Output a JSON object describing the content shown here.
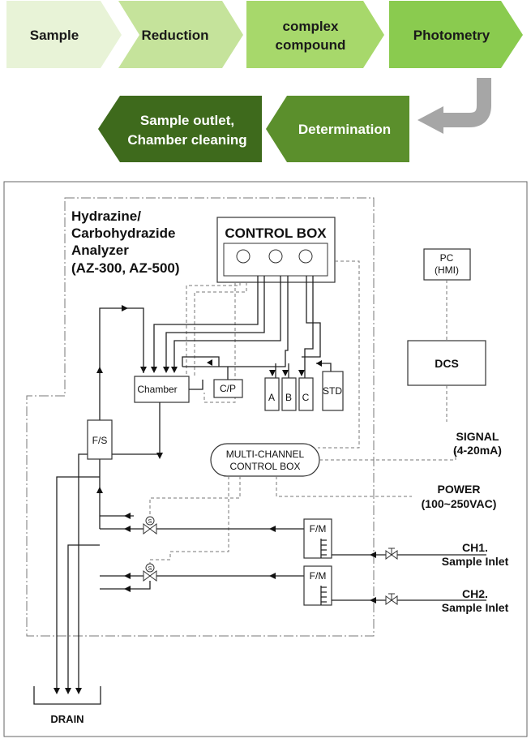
{
  "process_steps": {
    "step1": "Sample",
    "step2": "Reduction",
    "step3_line1": "complex",
    "step3_line2": "compound",
    "step4": "Photometry",
    "step5": "Determination",
    "step6_line1": "Sample outlet,",
    "step6_line2": "Chamber cleaning"
  },
  "colors": {
    "step1": "#e8f3d7",
    "step2": "#c5e39b",
    "step3": "#a7d86b",
    "step4": "#8acb4f",
    "step5": "#5b8f2c",
    "step6": "#3e6a1c",
    "return_arrow": "#a6a6a6"
  },
  "analyzer": {
    "title_line1": "Hydrazine/",
    "title_line2": "Carbohydrazide",
    "title_line3": "Analyzer",
    "title_line4": "(AZ-300, AZ-500)",
    "control_box": "CONTROL BOX",
    "chamber": "Chamber",
    "cp": "C/P",
    "reagent_a": "A",
    "reagent_b": "B",
    "reagent_c": "C",
    "std": "STD",
    "fs": "F/S",
    "multi_line1": "MULTI-CHANNEL",
    "multi_line2": "CONTROL BOX",
    "fm1": "F/M",
    "fm2": "F/M",
    "valve_symbol": "S",
    "drain": "DRAIN"
  },
  "external": {
    "pc_line1": "PC",
    "pc_line2": "(HMI)",
    "dcs": "DCS",
    "signal_line1": "SIGNAL",
    "signal_line2": "(4-20mA)",
    "power_line1": "POWER",
    "power_line2": "(100~250VAC)",
    "ch1_line1": "CH1.",
    "ch1_line2": "Sample Inlet",
    "ch2_line1": "CH2.",
    "ch2_line2": "Sample Inlet"
  }
}
